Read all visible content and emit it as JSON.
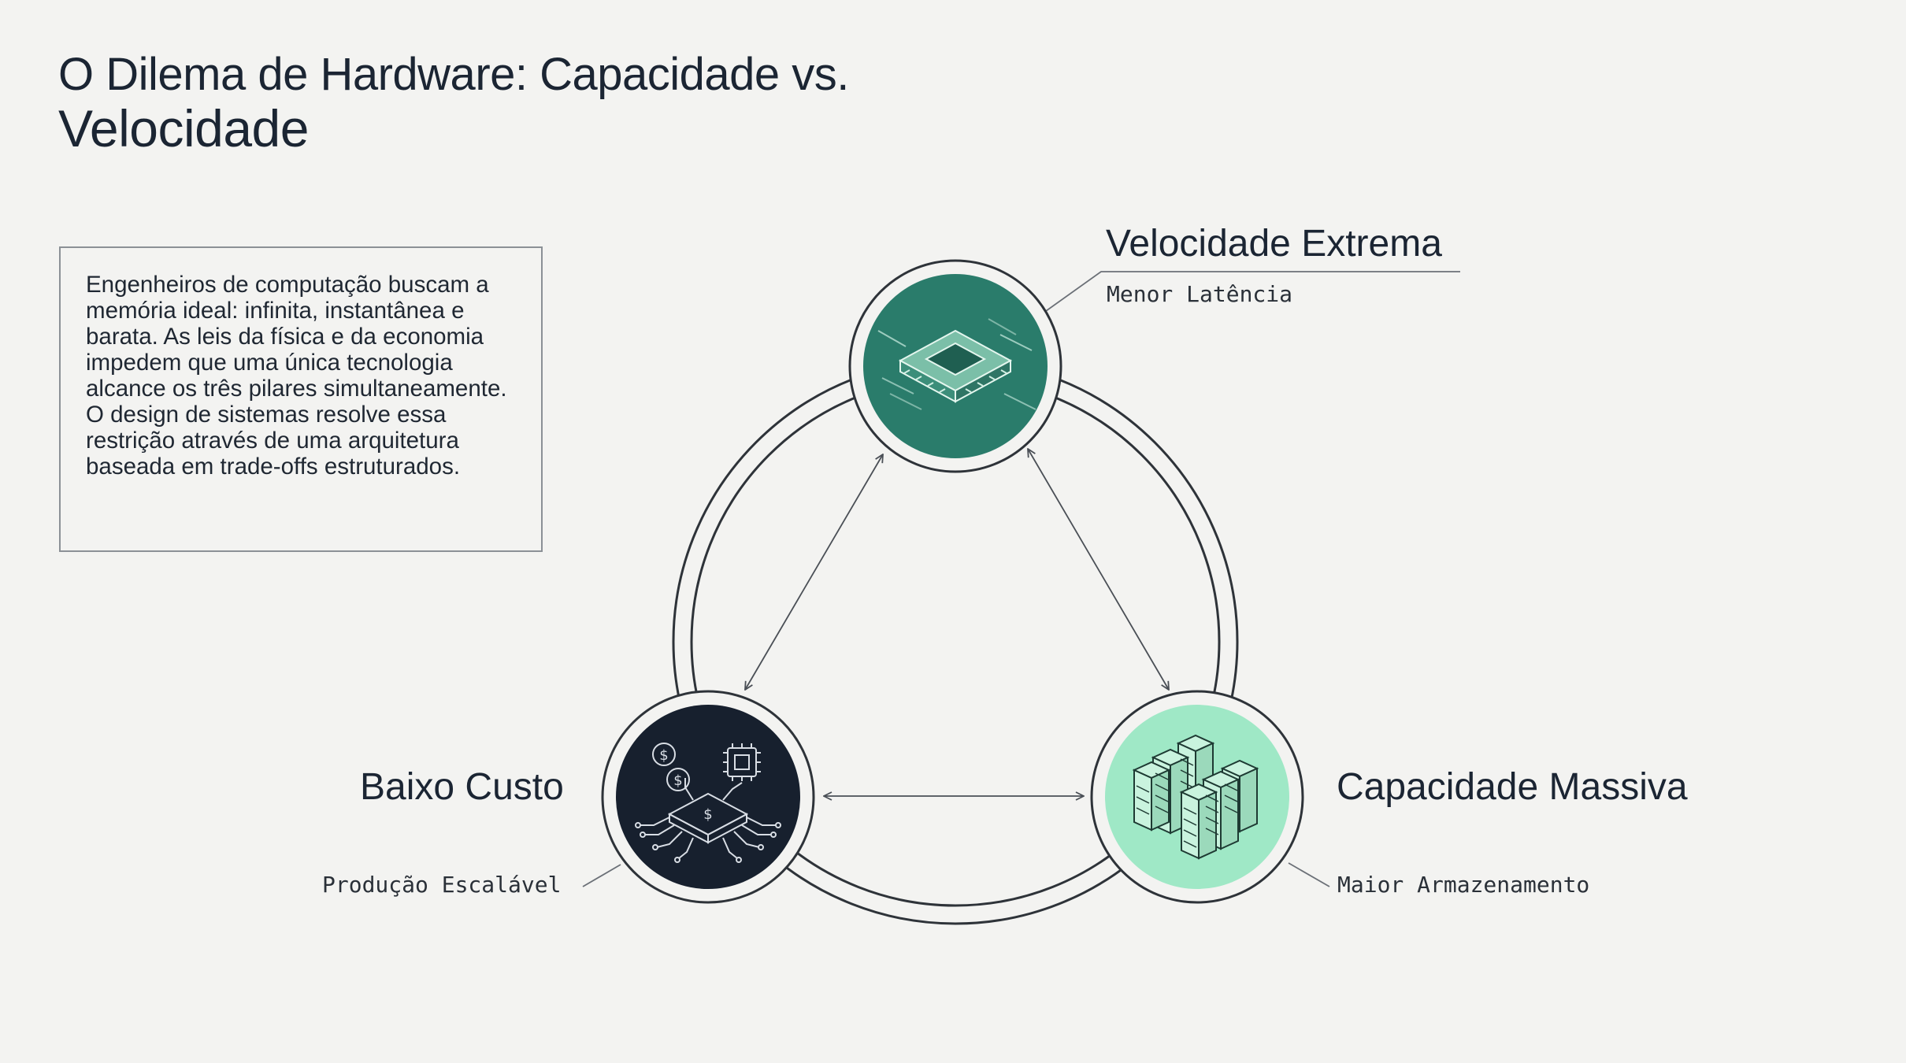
{
  "title": {
    "line1": "O Dilema de Hardware: Capacidade vs.",
    "line2": "Velocidade"
  },
  "intro": {
    "text": "Engenheiros de computação buscam a memória ideal: infinita, instantânea e barata. As leis da física e da economia impedem que uma única tecnologia alcance os três pilares simultaneamente. O design de sistemas resolve essa restrição através de uma arquitetura baseada em trade-offs estruturados."
  },
  "nodes": {
    "speed": {
      "title": "Velocidade Extrema",
      "subtitle": "Menor Latência",
      "color": "#2a7c6b",
      "icon": "processor-chip-icon"
    },
    "cost": {
      "title": "Baixo Custo",
      "subtitle": "Produção Escalável",
      "color": "#17202e",
      "icon": "chip-with-coins-icon"
    },
    "capacity": {
      "title": "Capacidade Massiva",
      "subtitle": "Maior Armazenamento",
      "color": "#9fe8c6",
      "icon": "server-racks-icon"
    }
  },
  "colors": {
    "background": "#f3f3f1",
    "line": "#3a3f46",
    "text": "#1b2533"
  }
}
